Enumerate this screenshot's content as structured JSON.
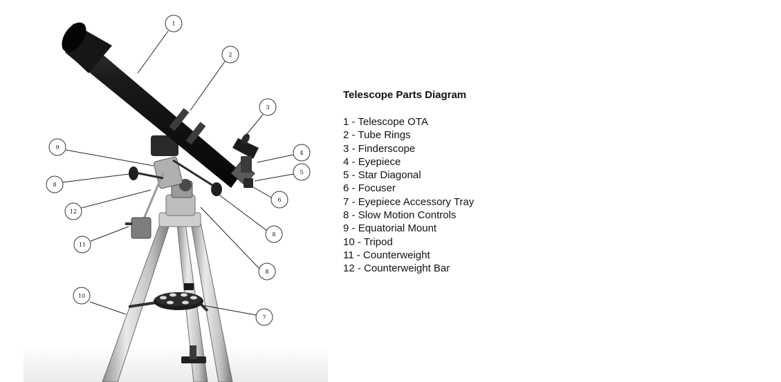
{
  "diagram": {
    "title": "Telescope Parts Diagram",
    "parts": [
      {
        "number": "1",
        "name": "Telescope OTA"
      },
      {
        "number": "2",
        "name": "Tube Rings"
      },
      {
        "number": "3",
        "name": "Finderscope"
      },
      {
        "number": "4",
        "name": "Eyepiece"
      },
      {
        "number": "5",
        "name": "Star Diagonal"
      },
      {
        "number": "6",
        "name": "Focuser"
      },
      {
        "number": "7",
        "name": "Eyepiece Accessory Tray"
      },
      {
        "number": "8",
        "name": "Slow Motion Controls"
      },
      {
        "number": "9",
        "name": "Equatorial Mount"
      },
      {
        "number": "10",
        "name": "Tripod"
      },
      {
        "number": "11",
        "name": "Counterweight"
      },
      {
        "number": "12",
        "name": "Counterweight Bar"
      }
    ],
    "separator": " - ",
    "callouts": [
      {
        "label": "1"
      },
      {
        "label": "2"
      },
      {
        "label": "3"
      },
      {
        "label": "4"
      },
      {
        "label": "5"
      },
      {
        "label": "6"
      },
      {
        "label": "8"
      },
      {
        "label": "8"
      },
      {
        "label": "8"
      },
      {
        "label": "9"
      },
      {
        "label": "10"
      },
      {
        "label": "11"
      },
      {
        "label": "12"
      },
      {
        "label": "7"
      }
    ],
    "colors": {
      "tube": "#141414",
      "metal_light": "#d9d9d9",
      "metal_mid": "#a9a9a9",
      "metal_dark": "#5c5c5c",
      "leader_line": "#222222",
      "callout_stroke": "#333333",
      "text": "#111111",
      "background": "#ffffff"
    }
  }
}
